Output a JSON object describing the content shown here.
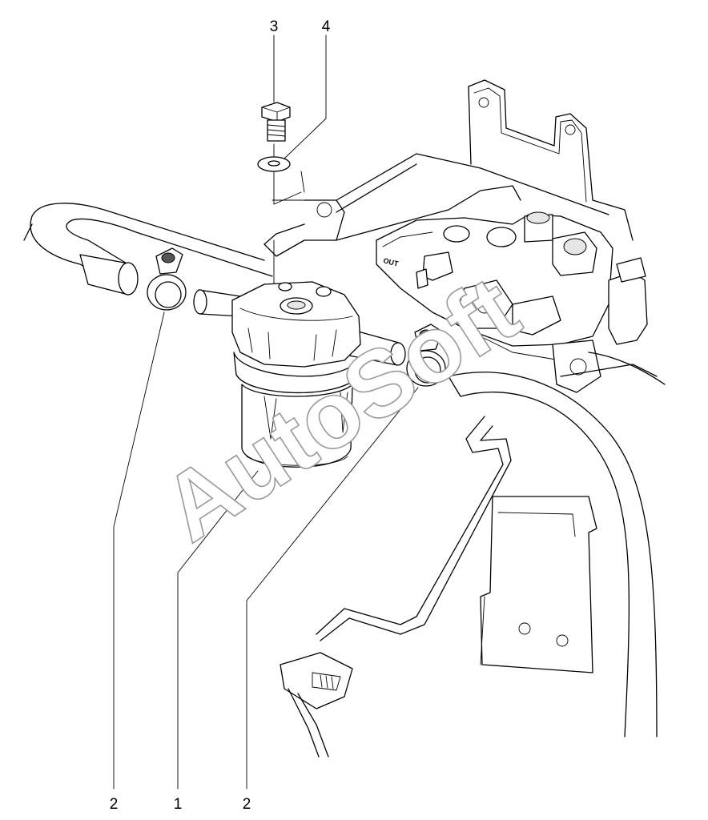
{
  "callouts": [
    {
      "id": "bolt",
      "label": "3"
    },
    {
      "id": "washer",
      "label": "4"
    },
    {
      "id": "clamp-left",
      "label": "2"
    },
    {
      "id": "filter",
      "label": "1"
    },
    {
      "id": "clamp-right",
      "label": "2"
    }
  ],
  "port_stamp": "OUT",
  "watermark": "AutoSoft"
}
